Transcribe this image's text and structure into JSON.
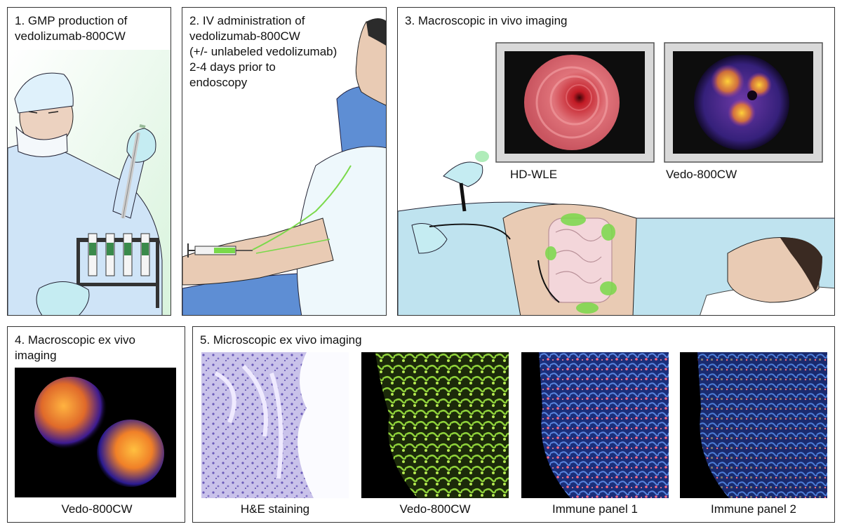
{
  "panels": {
    "p1": {
      "title": "1. GMP production of\nvedolizumab-800CW"
    },
    "p2": {
      "title": "2. IV administration of\nvedolizumab-800CW\n(+/- unlabeled vedolizumab)\n2-4 days prior to\nendoscopy"
    },
    "p3": {
      "title": "3. Macroscopic in vivo imaging",
      "monitor_left_label": "HD-WLE",
      "monitor_right_label": "Vedo-800CW"
    },
    "p4": {
      "title": "4. Macroscopic ex vivo\nimaging",
      "caption": "Vedo-800CW"
    },
    "p5": {
      "title": "5. Microscopic ex vivo imaging",
      "captions": [
        "H&E staining",
        "Vedo-800CW",
        "Immune panel 1",
        "Immune panel 2"
      ]
    }
  },
  "colors": {
    "tracer_green": "#7ad94a",
    "drape_blue": "#bfe3ef",
    "skin": "#e9cbb4",
    "ink": "#111111"
  }
}
